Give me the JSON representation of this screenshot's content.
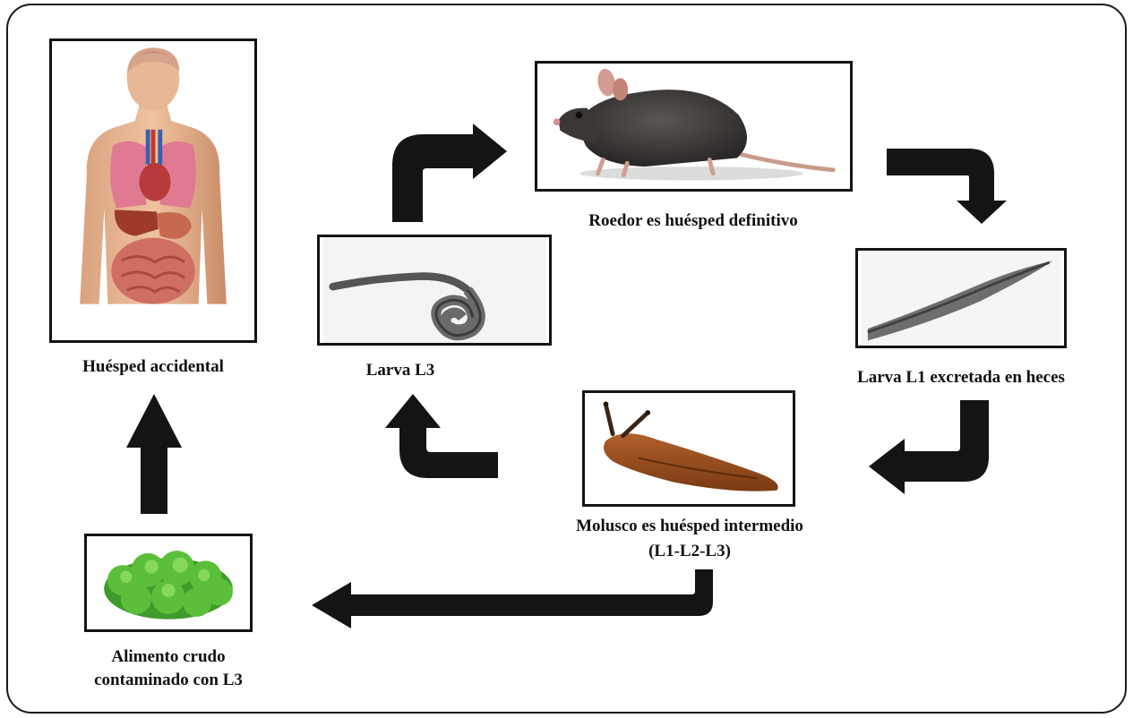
{
  "nodes": {
    "human": {
      "label": "Huésped accidental",
      "icon": "human-anatomy-icon"
    },
    "rodent": {
      "label": "Roedor es huésped definitivo",
      "icon": "rat-icon"
    },
    "larva_l3": {
      "label": "Larva L3",
      "icon": "coiled-larva-icon"
    },
    "larva_l1": {
      "label": "Larva L1 excretada en heces",
      "icon": "larva-l1-icon"
    },
    "mollusc": {
      "label_line1": "Molusco es huésped  intermedio",
      "label_line2": "(L1-L2-L3)",
      "icon": "slug-icon"
    },
    "food": {
      "label_line1": "Alimento crudo",
      "label_line2": "contaminado con L3",
      "icon": "lettuce-icon"
    }
  },
  "colors": {
    "arrow": "#141414",
    "border": "#141414",
    "text": "#111111"
  }
}
